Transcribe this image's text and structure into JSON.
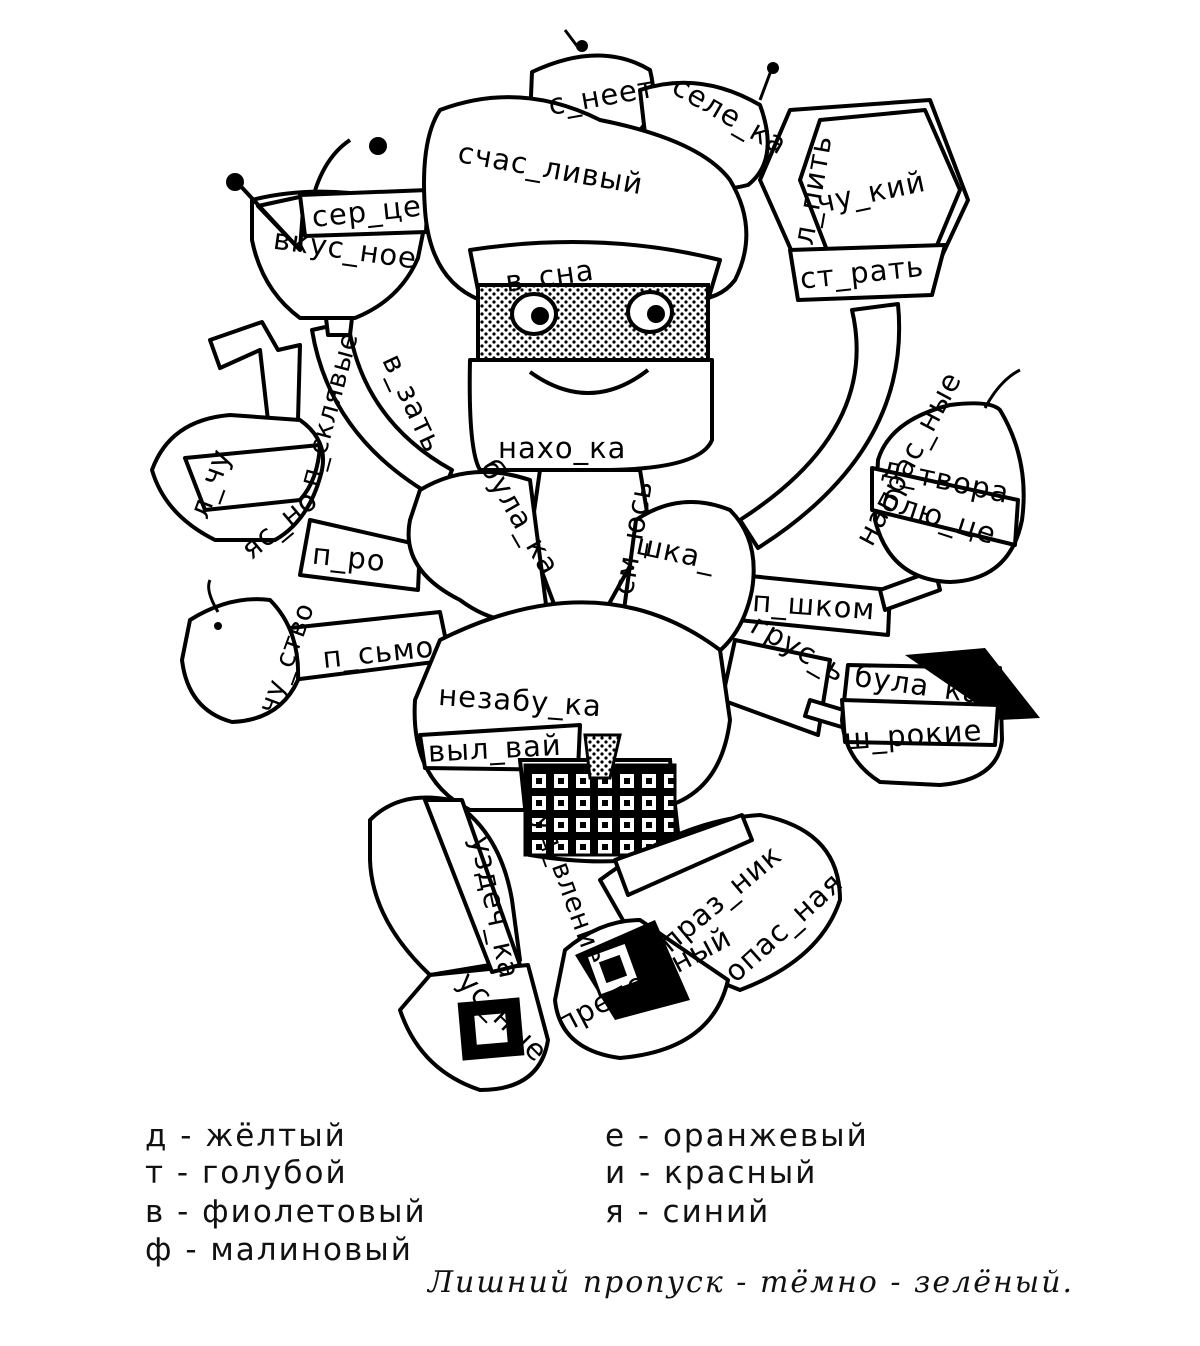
{
  "words": {
    "sneet": "с_неет",
    "selezka": "селе_ка",
    "schastlivy": "счас_ливый",
    "sertse": "сер_це",
    "vkusnoe": "вкус_ное",
    "vesna": "в_сна",
    "lopit": "л_пить",
    "chutky": "чу_кий",
    "sterat": "ст_рать",
    "pesklyavye": "п_склявые",
    "lechu": "л_чу",
    "yasno": "яс_но",
    "vyazat": "в_зать",
    "nakhodka": "нахо_ка",
    "naprasnye": "напрас_ные",
    "detvora": "д_твора",
    "blyudtse": "блю_це",
    "bulavka1": "була_ка",
    "smeyus": "см_юсь",
    "shkaf": "шка_",
    "pero": "п_ро",
    "peshkom": "п_шком",
    "chuvstvo": "чу_ство",
    "pismo": "п_сьмо",
    "grust": "грус_ь",
    "bulavka2": "була_ка",
    "shirokie": "ш_рокие",
    "nezabudka": "незабу_ка",
    "vylivay": "выл_вай",
    "uzdechka": "уздеч_ка",
    "udivlenie": "уд_вление",
    "prazdnik": "праз_ник",
    "opasnaya": "опас_ная",
    "usnye": "ус_ные",
    "prelestny": "прелес_ный"
  },
  "legend": {
    "left": [
      "д - жёлтый",
      "т - голубой",
      "в - фиолетовый",
      "ф - малиновый"
    ],
    "right": [
      "е - оранжевый",
      "и - красный",
      "я - синий"
    ],
    "note": "Лишний пропуск - тёмно - зелёный."
  }
}
